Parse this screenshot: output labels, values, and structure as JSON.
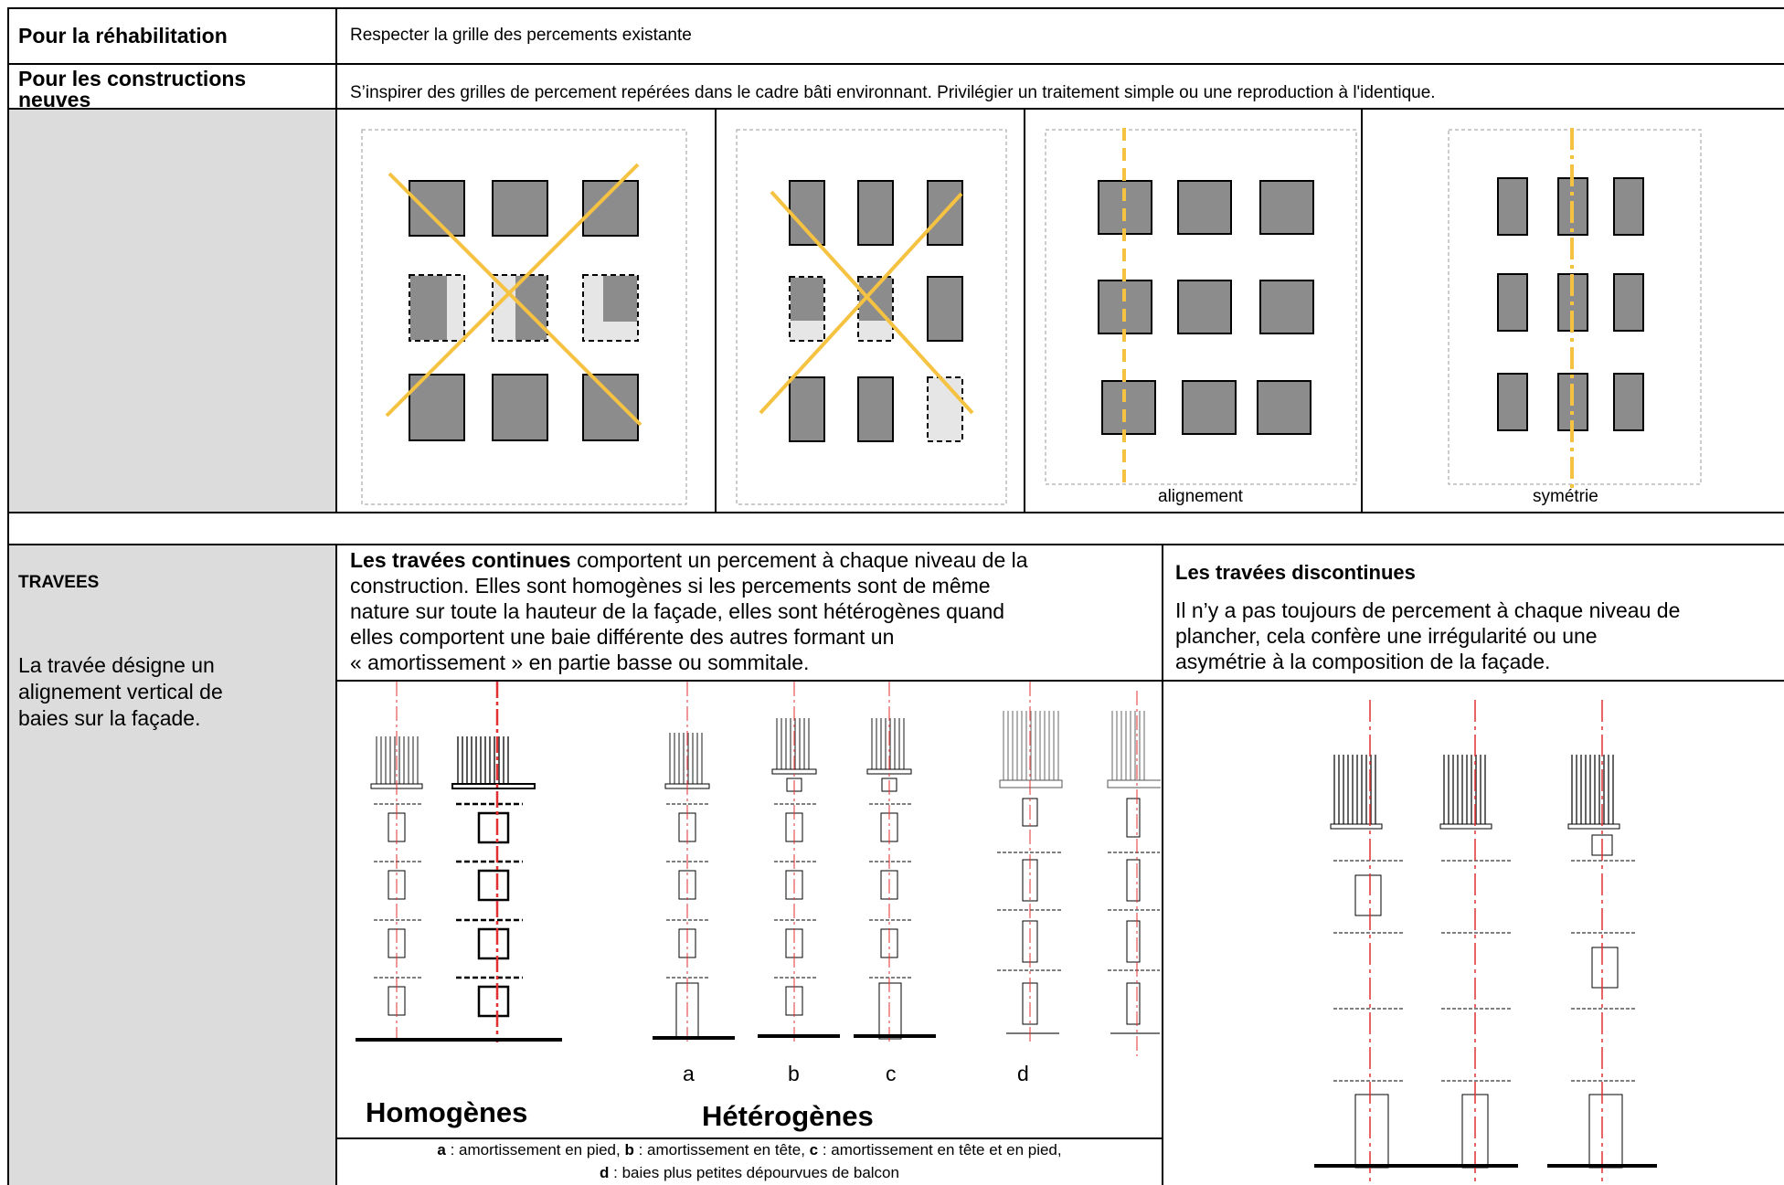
{
  "rows": {
    "rehab_label": "Pour la réhabilitation",
    "rehab_text": "Respecter la grille des percements existante",
    "neuves_label_1": "Pour les constructions",
    "neuves_label_2": "neuves",
    "neuves_text": "S’inspirer des grilles de percement repérées dans le cadre bâti environnant. Privilégier un traitement simple ou une reproduction à l'identique."
  },
  "figures": {
    "alignement": "alignement",
    "symetrie": "symétrie"
  },
  "travees": {
    "title": "TRAVEES",
    "desc_1": "La travée désigne un",
    "desc_2": "alignement vertical de",
    "desc_3": "baies sur la façade."
  },
  "continues": {
    "bold": "Les travées continues",
    "line1_rest": " comportent un percement à chaque niveau de la",
    "line2": "construction. Elles sont homogènes si les percements sont de même",
    "line3": "nature sur toute la hauteur de la façade, elles sont hétérogènes quand",
    "line4": "elles comportent une baie différente des autres formant un",
    "line5": "« amortissement » en partie basse ou sommitale."
  },
  "discontinues": {
    "title": "Les travées discontinues",
    "line1": "Il n’y a pas toujours de percement à chaque niveau de",
    "line2": "plancher, cela confère une irrégularité ou une",
    "line3": "asymétrie à la composition de la façade."
  },
  "diagram": {
    "label_a": "a",
    "label_b": "b",
    "label_c": "c",
    "label_d": "d",
    "homogenes": "Homogènes",
    "heterogenes": "Hétérogènes"
  },
  "caption": {
    "a_key": "a",
    "a_text": " : amortissement en pied, ",
    "b_key": "b",
    "b_text": " : amortissement en tête, ",
    "c_key": "c",
    "c_text": " : amortissement en tête et en pied,",
    "d_key": "d",
    "d_text": " : baies plus petites dépourvues de balcon"
  },
  "colors": {
    "grey_cell": "#dcdcdc",
    "window": "#8c8c8c",
    "cross": "#f5c242",
    "axis_red": "#e03030"
  }
}
